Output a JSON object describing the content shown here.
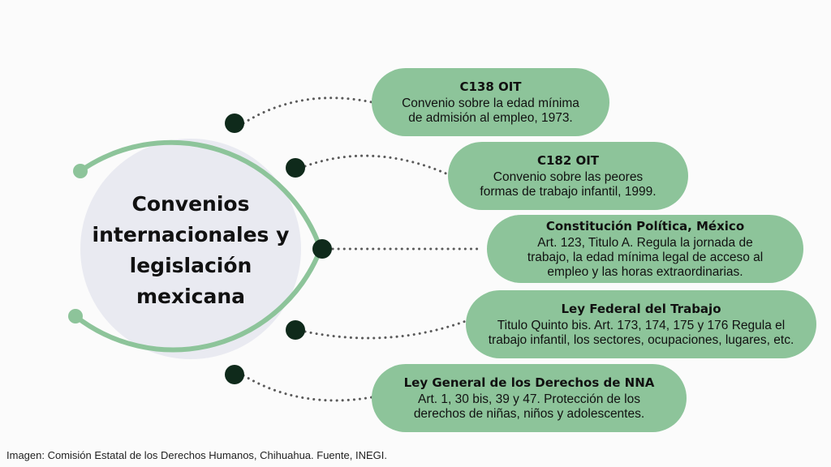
{
  "center": {
    "lines": [
      "Convenios",
      "internacionales y",
      "legislación",
      "mexicana"
    ]
  },
  "items": [
    {
      "title": "C138 OIT",
      "lines": [
        "Convenio sobre la edad mínima",
        "de admisión al empleo,  1973."
      ]
    },
    {
      "title": "C182 OIT",
      "lines": [
        "Convenio sobre las peores",
        "formas de trabajo infantil, 1999."
      ]
    },
    {
      "title": "Constitución Política, México",
      "lines": [
        "Art. 123, Titulo A. Regula la jornada de",
        "trabajo, la edad mínima legal de acceso al",
        "empleo y las horas extraordinarias."
      ]
    },
    {
      "title": "Ley Federal del Trabajo",
      "lines": [
        "Titulo Quinto bis. Art. 173, 174, 175 y 176 Regula el",
        "trabajo infantil, los sectores, ocupaciones, lugares, etc."
      ]
    },
    {
      "title": "Ley General de los Derechos de NNA",
      "lines": [
        "Art. 1, 30 bis, 39 y 47. Protección de los",
        "derechos de niñas, niños y adolescentes."
      ]
    }
  ],
  "caption": "Imagen: Comisión Estatal de los Derechos Humanos, Chihuahua. Fuente, INEGI.",
  "colors": {
    "arc": "#8dc49a",
    "pill": "#8dc49a",
    "center_circle": "#e9eaf1",
    "node": "#0f2a1b",
    "connector": "#5a5a5a"
  }
}
